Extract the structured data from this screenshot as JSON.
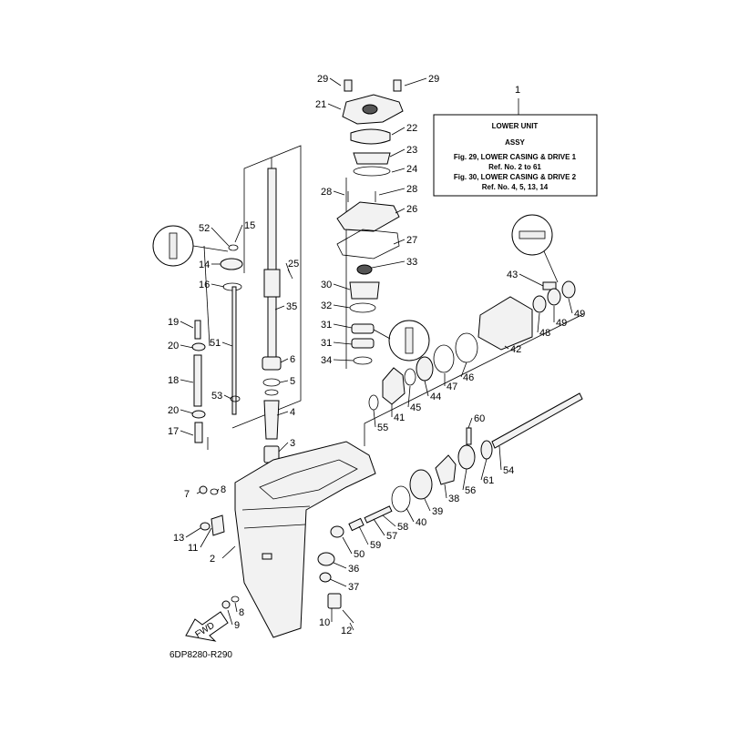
{
  "callouts": [
    {
      "id": "c29a",
      "label": "29"
    },
    {
      "id": "c29b",
      "label": "29"
    },
    {
      "id": "c21",
      "label": "21"
    },
    {
      "id": "c22",
      "label": "22"
    },
    {
      "id": "c23",
      "label": "23"
    },
    {
      "id": "c24",
      "label": "24"
    },
    {
      "id": "c28a",
      "label": "28"
    },
    {
      "id": "c28b",
      "label": "28"
    },
    {
      "id": "c26",
      "label": "26"
    },
    {
      "id": "c27",
      "label": "27"
    },
    {
      "id": "c33",
      "label": "33"
    },
    {
      "id": "c30",
      "label": "30"
    },
    {
      "id": "c32",
      "label": "32"
    },
    {
      "id": "c31a",
      "label": "31"
    },
    {
      "id": "c31b",
      "label": "31"
    },
    {
      "id": "c34",
      "label": "34"
    },
    {
      "id": "c1",
      "label": "1"
    },
    {
      "id": "c52",
      "label": "52"
    },
    {
      "id": "c15",
      "label": "15"
    },
    {
      "id": "c14",
      "label": "14"
    },
    {
      "id": "c25",
      "label": "25"
    },
    {
      "id": "c16",
      "label": "16"
    },
    {
      "id": "c35",
      "label": "35"
    },
    {
      "id": "c19",
      "label": "19"
    },
    {
      "id": "c51",
      "label": "51"
    },
    {
      "id": "c20a",
      "label": "20"
    },
    {
      "id": "c6",
      "label": "6"
    },
    {
      "id": "c18",
      "label": "18"
    },
    {
      "id": "c5",
      "label": "5"
    },
    {
      "id": "c53",
      "label": "53"
    },
    {
      "id": "c20b",
      "label": "20"
    },
    {
      "id": "c4",
      "label": "4"
    },
    {
      "id": "c17",
      "label": "17"
    },
    {
      "id": "c3",
      "label": "3"
    },
    {
      "id": "c7",
      "label": "7"
    },
    {
      "id": "c8a",
      "label": "8"
    },
    {
      "id": "c13",
      "label": "13"
    },
    {
      "id": "c11",
      "label": "11"
    },
    {
      "id": "c2",
      "label": "2"
    },
    {
      "id": "c8b",
      "label": "8"
    },
    {
      "id": "c9",
      "label": "9"
    },
    {
      "id": "c10",
      "label": "10"
    },
    {
      "id": "c12",
      "label": "12"
    },
    {
      "id": "c36",
      "label": "36"
    },
    {
      "id": "c37",
      "label": "37"
    },
    {
      "id": "c50",
      "label": "50"
    },
    {
      "id": "c59",
      "label": "59"
    },
    {
      "id": "c57",
      "label": "57"
    },
    {
      "id": "c58",
      "label": "58"
    },
    {
      "id": "c40",
      "label": "40"
    },
    {
      "id": "c39",
      "label": "39"
    },
    {
      "id": "c38",
      "label": "38"
    },
    {
      "id": "c56",
      "label": "56"
    },
    {
      "id": "c61",
      "label": "61"
    },
    {
      "id": "c54",
      "label": "54"
    },
    {
      "id": "c60",
      "label": "60"
    },
    {
      "id": "c55",
      "label": "55"
    },
    {
      "id": "c41",
      "label": "41"
    },
    {
      "id": "c45",
      "label": "45"
    },
    {
      "id": "c44",
      "label": "44"
    },
    {
      "id": "c47",
      "label": "47"
    },
    {
      "id": "c46",
      "label": "46"
    },
    {
      "id": "c42",
      "label": "42"
    },
    {
      "id": "c43",
      "label": "43"
    },
    {
      "id": "c48",
      "label": "48"
    },
    {
      "id": "c49a",
      "label": "49"
    },
    {
      "id": "c49b",
      "label": "49"
    }
  ],
  "info_box": {
    "line1": "LOWER UNIT",
    "line2": "ASSY",
    "line3": "Fig. 29, LOWER CASING & DRIVE 1",
    "line4": "Ref. No. 2 to 61",
    "line5": "Fig. 30, LOWER CASING & DRIVE 2",
    "line6": "Ref. No. 4, 5, 13, 14"
  },
  "fwd_label": "FWD",
  "drawing_code": "6DP8280-R290"
}
